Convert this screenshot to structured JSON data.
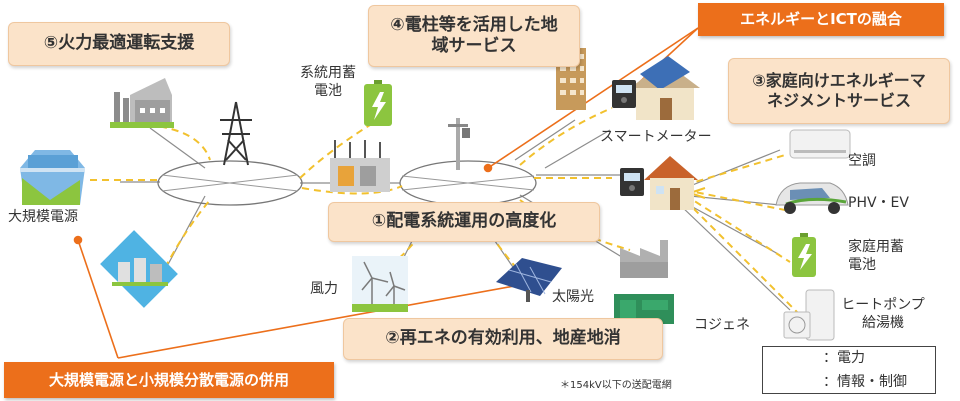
{
  "boxes": {
    "thermal": "⑤火力最適運転支援",
    "local_services": "④電柱等を活用した地域サービス",
    "ict_fusion": "エネルギーとICTの融合",
    "home_energy": "③家庭向けエネルギーマネジメントサービス",
    "distribution": "①配電系統運用の高度化",
    "renewables": "②再エネの有効利用、地産地消",
    "combined_sources": "大規模電源と小規模分散電源の併用"
  },
  "labels": {
    "large_source": "大規模電源",
    "grid_battery": "系統用蓄電池",
    "smart_meter": "スマートメーター",
    "air_conditioner": "空調",
    "phv_ev": "PHV・EV",
    "home_battery": "家庭用蓄電池",
    "heat_pump": "ヒートポンプ給湯機",
    "wind": "風力",
    "solar": "太陽光",
    "cogeneration": "コジェネ"
  },
  "footnote": "＊154kV以下の送配電網",
  "legend": {
    "power": "：電力",
    "info_control": "：情報・制御"
  },
  "colors": {
    "peach_box": "#fbe3c9",
    "orange_box": "#ec6f1b",
    "info_line": "#f2c12e",
    "power_line": "#8c8c8c"
  }
}
